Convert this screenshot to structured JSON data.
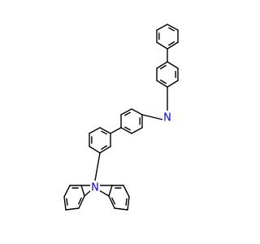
{
  "molecule": {
    "atoms": [
      {
        "element": "N",
        "label": "N",
        "color": "#0000ff"
      },
      {
        "element": "N",
        "label": "N",
        "color": "#0000ff"
      }
    ],
    "bond_color": "#000000",
    "background": "#ffffff"
  }
}
